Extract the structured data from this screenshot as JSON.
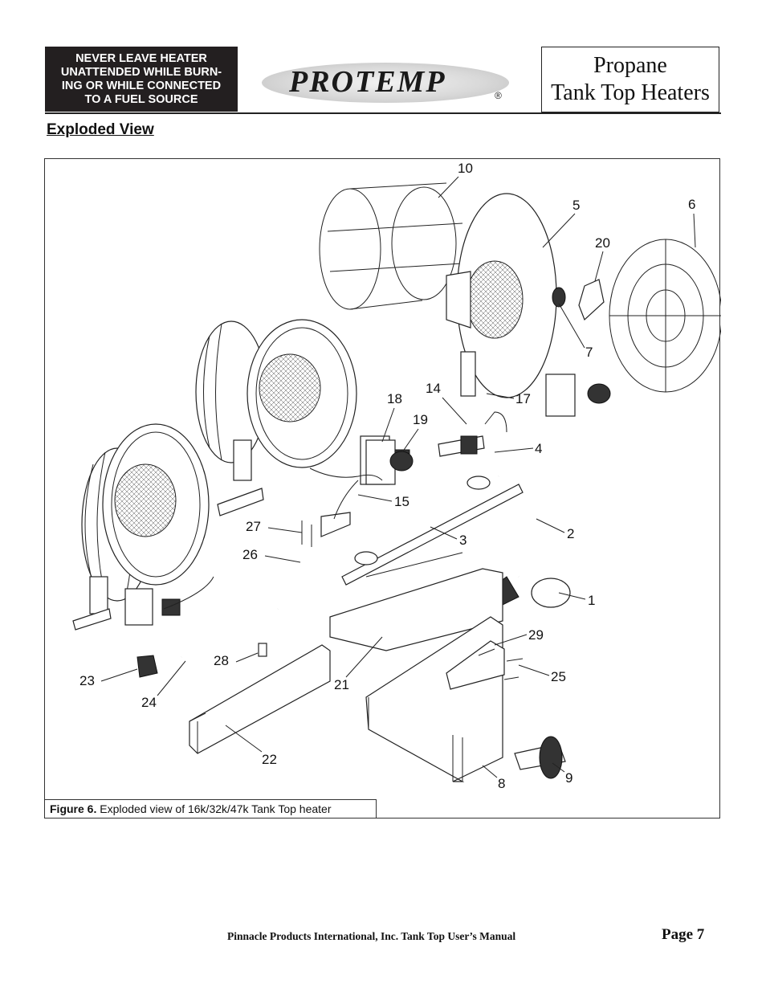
{
  "header": {
    "warning_lines": [
      "NEVER LEAVE HEATER",
      "UNATTENDED WHILE BURN-",
      "ING OR WHILE CONNECTED",
      "TO A FUEL SOURCE"
    ],
    "logo_text": "PROTEMP",
    "logo_registered": "®",
    "title_lines": [
      "Propane",
      "Tank Top Heaters"
    ]
  },
  "section": {
    "title": "Exploded View"
  },
  "figure": {
    "caption_label": "Figure 6.",
    "caption_text": " Exploded view of 16k/32k/47k Tank Top heater",
    "callouts": [
      "1",
      "2",
      "3",
      "4",
      "5",
      "6",
      "7",
      "8",
      "9",
      "10",
      "14",
      "15",
      "17",
      "18",
      "19",
      "20",
      "21",
      "22",
      "23",
      "24",
      "25",
      "26",
      "27",
      "28",
      "29"
    ]
  },
  "footer": {
    "text": "Pinnacle Products International, Inc.  Tank Top User’s Manual",
    "page": "Page 7"
  }
}
